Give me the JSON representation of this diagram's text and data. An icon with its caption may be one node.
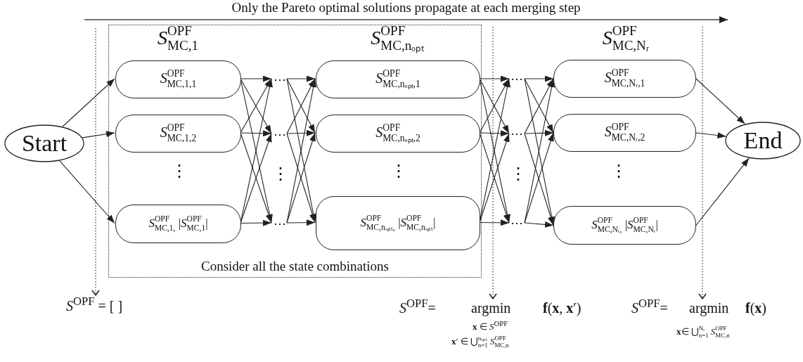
{
  "diagram": {
    "nodes": [
      {
        "text": [
          "Start"
        ]
      },
      {
        "text": [
          "Consider all the state combinations"
        ]
      },
      {
        "text": [
          "*S*$^{OPF}$$_{MC,1,1}$"
        ],
        "in": 1
      },
      {
        "text": [
          "*S*$^{OPF}$$_{MC,1,2}$"
        ],
        "in": 1
      },
      {
        "text": [
          "*S*$^{OPF}$$_{MC,1,}$ |*S*$^{OPF}$$_{MC,1}$|"
        ],
        "in": 1
      },
      {
        "text": [
          "⋯"
        ],
        "in": 1
      },
      {
        "text": [
          "⋯"
        ],
        "in": 1
      },
      {
        "text": [
          "⋯"
        ],
        "in": 1
      },
      {
        "text": [
          "*S*$^{OPF}$$_{MC,nₒₚₜ,1}$"
        ],
        "in": 1
      },
      {
        "text": [
          "*S*$^{OPF}$$_{MC,nₒₚₜ,2}$"
        ],
        "in": 1
      },
      {
        "text": [
          "*S*$^{OPF}$$_{MC,nₒₚₜ,}$ |*S*$^{OPF}$$_{MC,nₒₚₜ}$|"
        ],
        "in": 1
      },
      {
        "text": [
          "⋯"
        ]
      },
      {
        "text": [
          "⋯"
        ]
      },
      {
        "text": [
          "⋯"
        ]
      },
      {
        "text": [
          "*S*$^{OPF}$$_{MC,Nᵣ,1}$"
        ]
      },
      {
        "text": [
          "*S*$^{OPF}$$_{MC,Nᵣ,2}$"
        ]
      },
      {
        "text": [
          "*S*$^{OPF}$$_{MC,Nᵣ,}$ |*S*$^{OPF}$$_{MC,Nᵣ}$|"
        ]
      },
      {
        "text": [
          "End"
        ]
      },
      {
        "text": [
          "*S*$^{OPF}$ = [ ]"
        ]
      },
      {
        "text": [
          "*S*$^{OPF}$=",
          "argmin",
          "**f**(**x**, **x**′)",
          "**x** ∈ *S*$^{OPF}$",
          "**x**′ ∈ ⋃$^{nₒₚₜ}$$_{n=1}$ *S*$^{OPF}$$_{MC,n}$"
        ]
      },
      {
        "text": [
          "*S*$^{OPF}$=",
          "argmin",
          "**f**(**x**)",
          "**x**∈ ⋃$^{Nᵣ}$$_{n=1}$ *S*$^{OPF}$$_{MC,n}$"
        ]
      }
    ],
    "edges": [
      {
        "from": 0,
        "to": 2,
        "arrow": "to"
      },
      {
        "from": 0,
        "to": 3,
        "arrow": "to"
      },
      {
        "from": 0,
        "to": 4,
        "arrow": "to"
      },
      {
        "from": 2,
        "to": 5,
        "arrow": "to"
      },
      {
        "from": 2,
        "to": 6,
        "arrow": "to"
      },
      {
        "from": 2,
        "to": 7,
        "arrow": "to"
      },
      {
        "from": 3,
        "to": 5,
        "arrow": "to"
      },
      {
        "from": 3,
        "to": 6,
        "arrow": "to"
      },
      {
        "from": 3,
        "to": 7,
        "arrow": "to"
      },
      {
        "from": 4,
        "to": 5,
        "arrow": "to"
      },
      {
        "from": 4,
        "to": 6,
        "arrow": "to"
      },
      {
        "from": 4,
        "to": 7,
        "arrow": "to"
      },
      {
        "from": 5,
        "to": 8,
        "arrow": "to"
      },
      {
        "from": 5,
        "to": 9,
        "arrow": "to"
      },
      {
        "from": 5,
        "to": 10,
        "arrow": "to"
      },
      {
        "from": 6,
        "to": 8,
        "arrow": "to"
      },
      {
        "from": 6,
        "to": 9,
        "arrow": "to"
      },
      {
        "from": 6,
        "to": 10,
        "arrow": "to"
      },
      {
        "from": 7,
        "to": 8,
        "arrow": "to"
      },
      {
        "from": 7,
        "to": 9,
        "arrow": "to"
      },
      {
        "from": 7,
        "to": 10,
        "arrow": "to"
      },
      {
        "from": 8,
        "to": 11,
        "arrow": "to"
      },
      {
        "from": 8,
        "to": 12,
        "arrow": "to"
      },
      {
        "from": 8,
        "to": 13,
        "arrow": "to"
      },
      {
        "from": 9,
        "to": 11,
        "arrow": "to"
      },
      {
        "from": 9,
        "to": 12,
        "arrow": "to"
      },
      {
        "from": 9,
        "to": 13,
        "arrow": "to"
      },
      {
        "from": 10,
        "to": 11,
        "arrow": "to"
      },
      {
        "from": 10,
        "to": 12,
        "arrow": "to"
      },
      {
        "from": 10,
        "to": 13,
        "arrow": "to"
      },
      {
        "from": 11,
        "to": 14,
        "arrow": "to"
      },
      {
        "from": 11,
        "to": 15,
        "arrow": "to"
      },
      {
        "from": 11,
        "to": 16,
        "arrow": "to"
      },
      {
        "from": 12,
        "to": 14,
        "arrow": "to"
      },
      {
        "from": 12,
        "to": 15,
        "arrow": "to"
      },
      {
        "from": 12,
        "to": 16,
        "arrow": "to"
      },
      {
        "from": 13,
        "to": 14,
        "arrow": "to"
      },
      {
        "from": 13,
        "to": 15,
        "arrow": "to"
      },
      {
        "from": 13,
        "to": 16,
        "arrow": "to"
      },
      {
        "from": 14,
        "to": 17,
        "arrow": "to"
      },
      {
        "from": 15,
        "to": 17,
        "arrow": "to"
      },
      {
        "from": 16,
        "to": 17,
        "arrow": "to"
      },
      {
        "from": null,
        "to": 18,
        "arrow": "to",
        "style": "dashed"
      },
      {
        "from": null,
        "to": 19,
        "arrow": "to",
        "style": "dashed"
      },
      {
        "from": null,
        "to": 20,
        "arrow": "to",
        "style": "dashed"
      }
    ],
    "labels": [
      "Only the Pareto optimal solutions propagate at each merging step",
      "*S*$^{OPF}$$_{MC,1}$",
      "*S*$^{OPF}$$_{MC,nₒₚₜ}$",
      "*S*$^{OPF}$$_{MC,Nᵣ}$",
      "⋮",
      "⋮",
      "⋮",
      "⋮",
      "⋮"
    ]
  }
}
